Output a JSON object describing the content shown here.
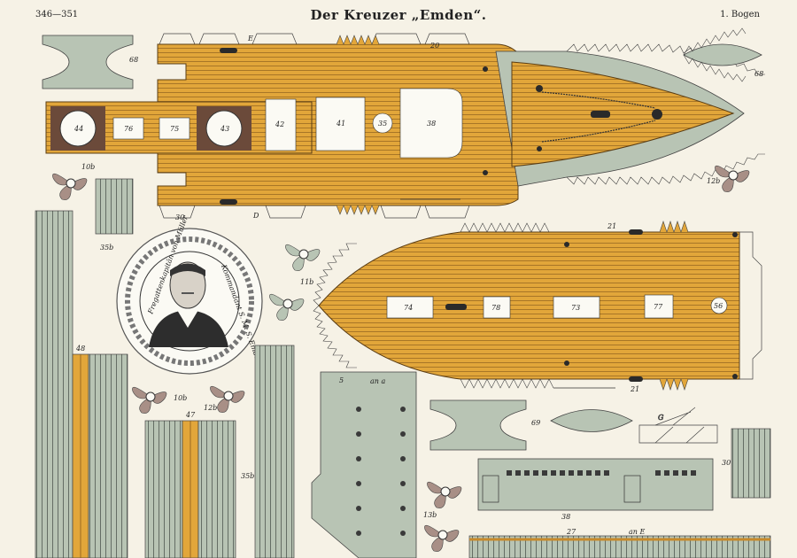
{
  "header": {
    "page_numbers": "346—351",
    "title": "Der Kreuzer „Emden“.",
    "sheet": "1. Bogen"
  },
  "portrait": {
    "left_text": "Fregattenkapitän von Müller",
    "right_text": "Kommandant S. M. S. Emden"
  },
  "labels": {
    "upper_deck": [
      "44",
      "76",
      "75",
      "43",
      "42",
      "41",
      "35",
      "38",
      "E",
      "20",
      "D",
      "30"
    ],
    "lower_deck": [
      "74",
      "78",
      "73",
      "77",
      "56",
      "21",
      "21"
    ],
    "parts": [
      "68",
      "68",
      "10b",
      "12b",
      "35b",
      "11b",
      "48",
      "10b",
      "12b",
      "47",
      "35b",
      "5",
      "an a",
      "69",
      "G",
      "38",
      "27",
      "an E",
      "30",
      "13b"
    ]
  },
  "colors": {
    "wood": "#e2a63a",
    "wood_line": "#8a5c1c",
    "gray_green": "#b8c4b4",
    "dark_gray": "#5b615c",
    "paper": "#f6f2e6",
    "brown_plate": "#6b4a3a"
  }
}
